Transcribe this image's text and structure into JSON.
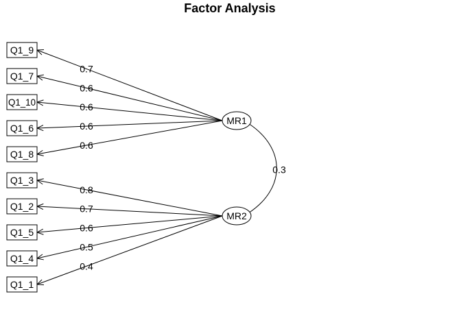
{
  "title": "Factor Analysis",
  "factors": [
    {
      "id": "MR1",
      "label": "MR1"
    },
    {
      "id": "MR2",
      "label": "MR2"
    }
  ],
  "items": [
    {
      "id": "Q1_9",
      "label": "Q1_9",
      "factor": "MR1",
      "loading": "0.7"
    },
    {
      "id": "Q1_7",
      "label": "Q1_7",
      "factor": "MR1",
      "loading": "0.6"
    },
    {
      "id": "Q1_10",
      "label": "Q1_10",
      "factor": "MR1",
      "loading": "0.6"
    },
    {
      "id": "Q1_6",
      "label": "Q1_6",
      "factor": "MR1",
      "loading": "0.6"
    },
    {
      "id": "Q1_8",
      "label": "Q1_8",
      "factor": "MR1",
      "loading": "0.6"
    },
    {
      "id": "Q1_3",
      "label": "Q1_3",
      "factor": "MR2",
      "loading": "0.8"
    },
    {
      "id": "Q1_2",
      "label": "Q1_2",
      "factor": "MR2",
      "loading": "0.7"
    },
    {
      "id": "Q1_5",
      "label": "Q1_5",
      "factor": "MR2",
      "loading": "0.6"
    },
    {
      "id": "Q1_4",
      "label": "Q1_4",
      "factor": "MR2",
      "loading": "0.5"
    },
    {
      "id": "Q1_1",
      "label": "Q1_1",
      "factor": "MR2",
      "loading": "0.4"
    }
  ],
  "correlation": {
    "from": "MR1",
    "to": "MR2",
    "value": "0.3"
  }
}
